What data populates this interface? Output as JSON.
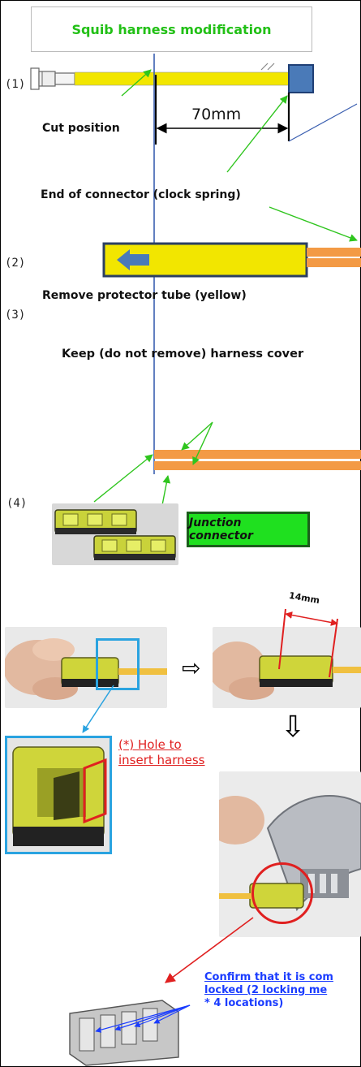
{
  "title": "Squib harness modification",
  "steps": {
    "s1": "(1)",
    "s2": "(2)",
    "s3": "(3)",
    "s4": "(4)"
  },
  "labels": {
    "cut_position": "Cut position",
    "dimension_70": "70mm",
    "end_connector": "End of connector (clock spring)",
    "remove_tube": "Remove protector tube (yellow)",
    "keep_cover": "Keep (do not remove) harness cover",
    "junction_connector": "Junction connector",
    "dimension_14": "14mm",
    "hole_line1": "(*) Hole to",
    "hole_line2": "insert harness",
    "confirm_line1": "Confirm that it is com",
    "confirm_line2": "locked (2 locking me",
    "confirm_line3": "* 4 locations)"
  },
  "icons": {
    "right_arrow": "⇨",
    "down_arrow": "⇩"
  },
  "colors": {
    "title_green": "#22c016",
    "tube_yellow": "#f2e600",
    "cover_orange": "#f39a45",
    "connector_blue": "#4a7ab8",
    "annotation_green": "#2fc51e",
    "cut_line_blue": "#3b5fb0",
    "highlight_red": "#e02020",
    "highlight_cyan": "#2aa3e0",
    "link_blue": "#1a3cff",
    "junction_box_green": "#1fe01f"
  }
}
